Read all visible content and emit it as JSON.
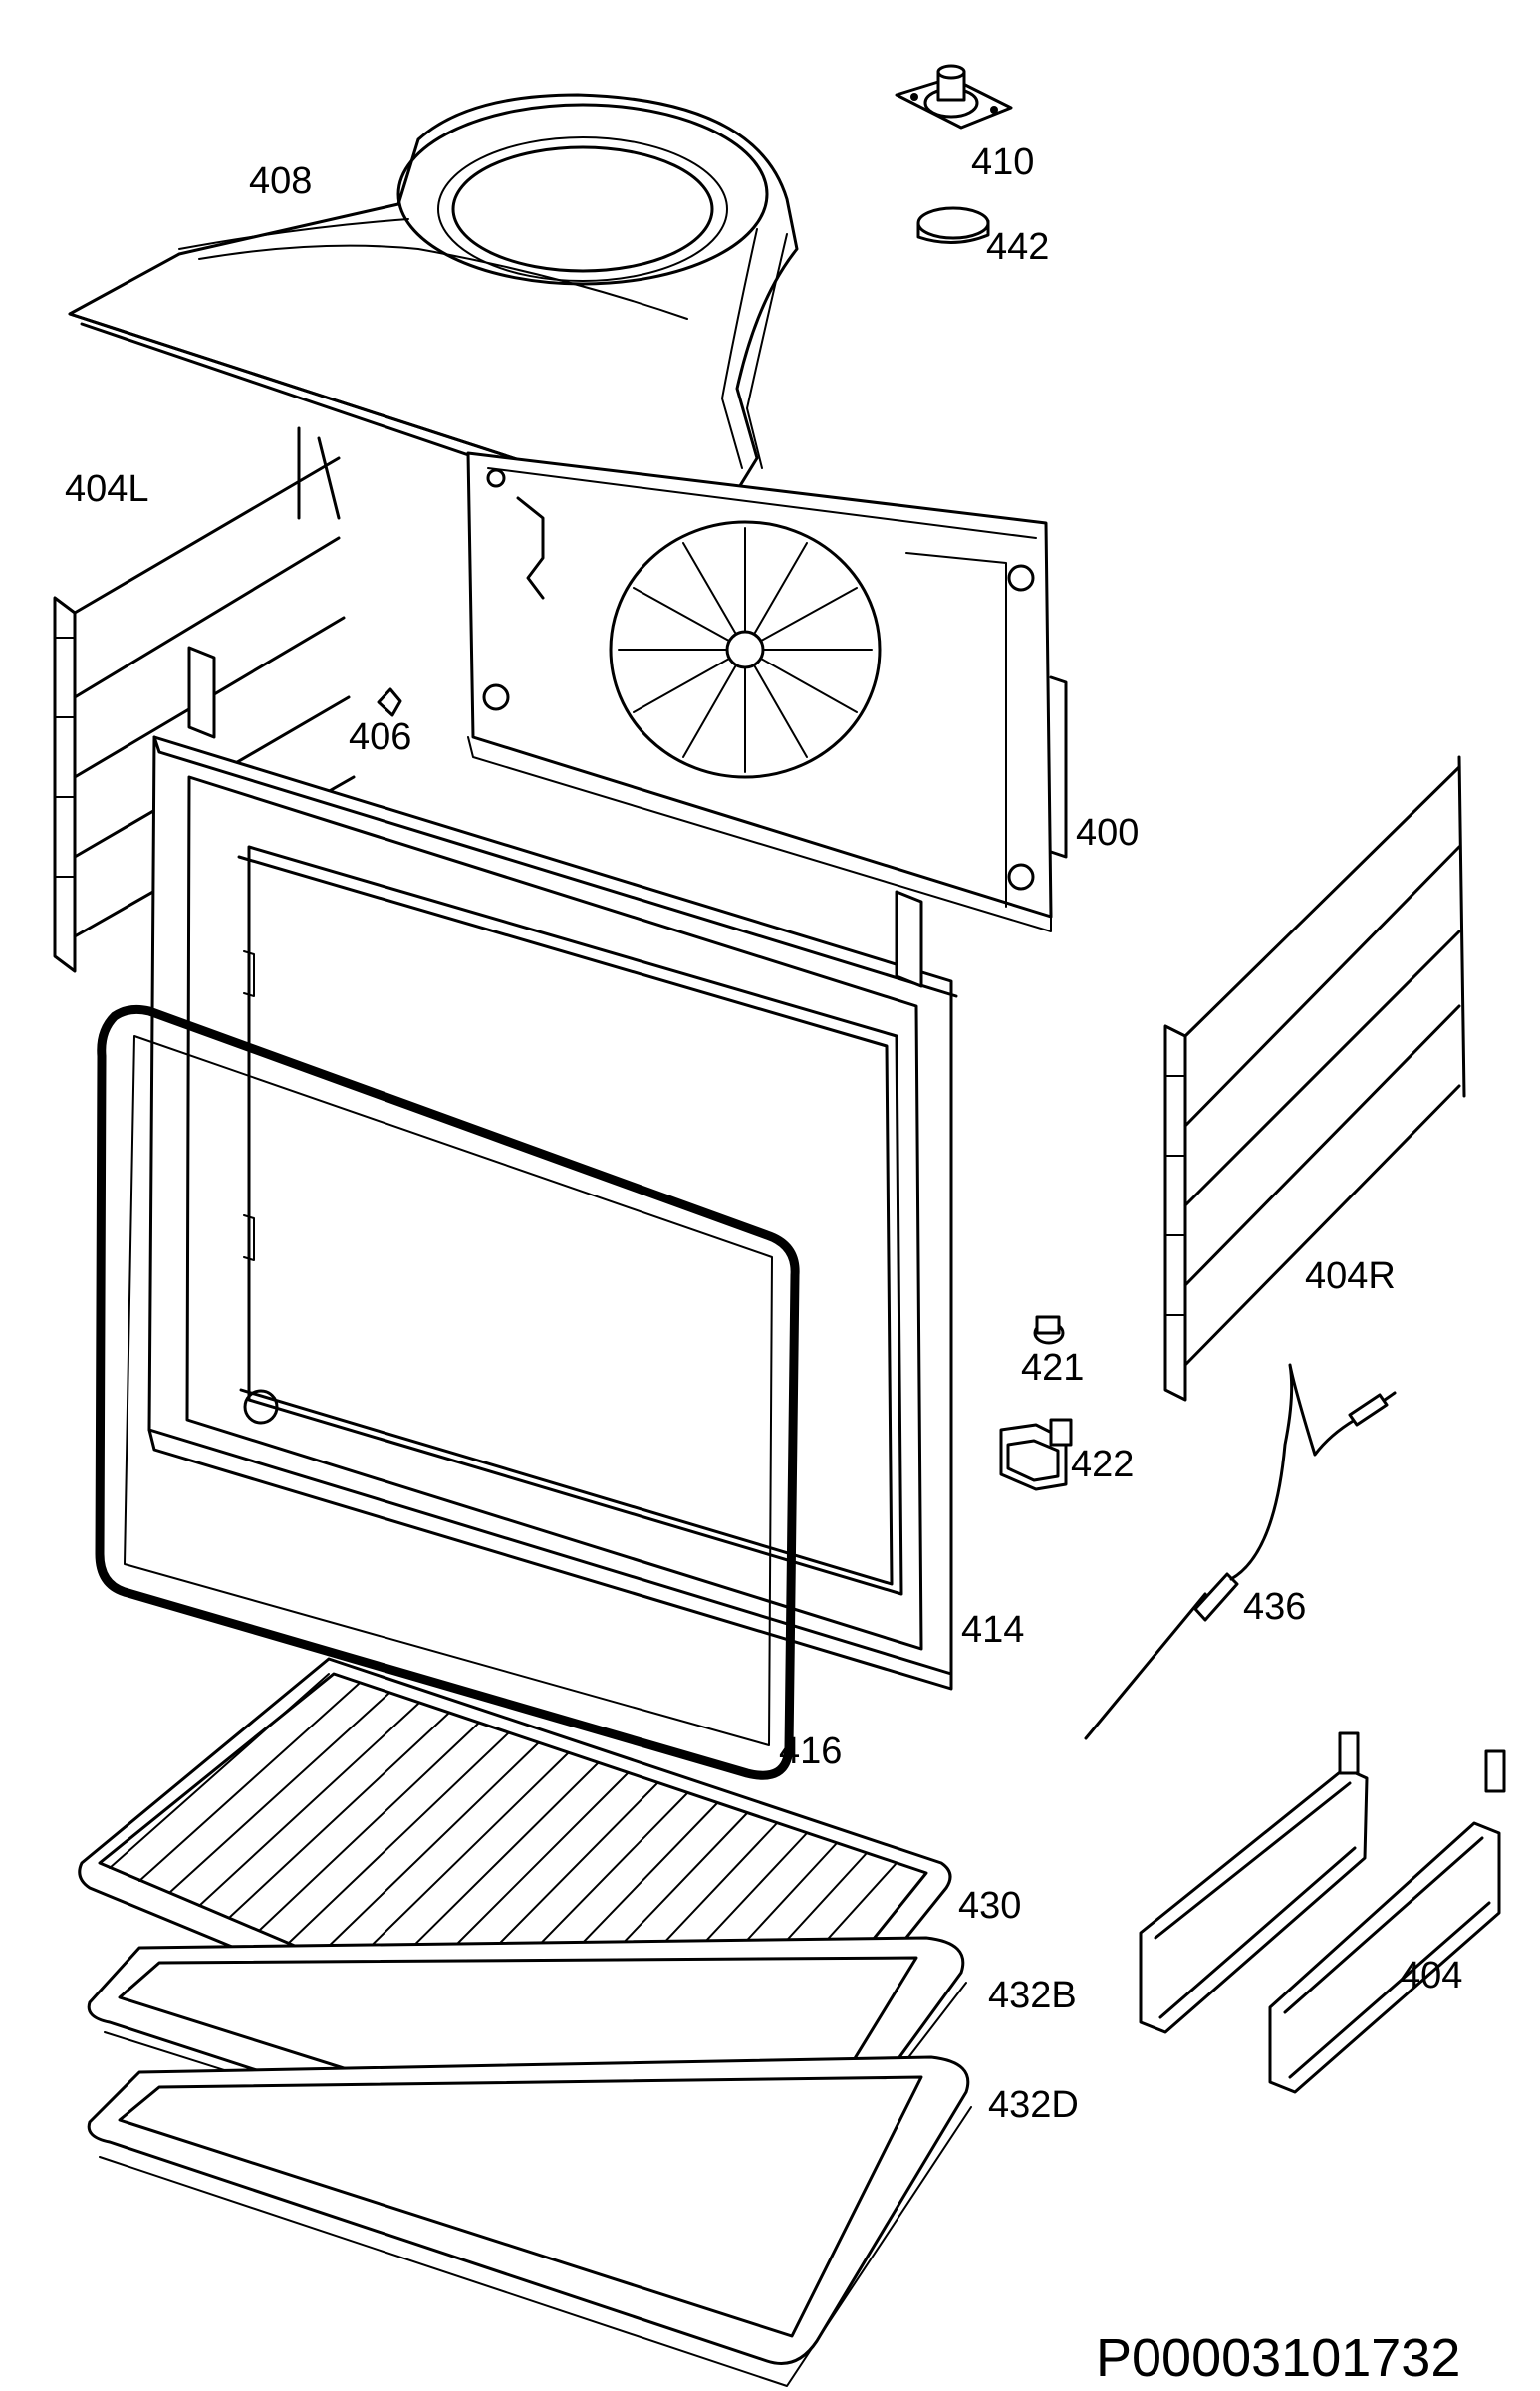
{
  "labels": {
    "p408": "408",
    "p410": "410",
    "p442": "442",
    "p404L": "404L",
    "p406": "406",
    "p400": "400",
    "p404R": "404R",
    "p421": "421",
    "p422": "422",
    "p436": "436",
    "p414": "414",
    "p416": "416",
    "p430": "430",
    "p432B": "432B",
    "p432D": "432D",
    "p404": "404"
  },
  "document_id": "P00003101732"
}
